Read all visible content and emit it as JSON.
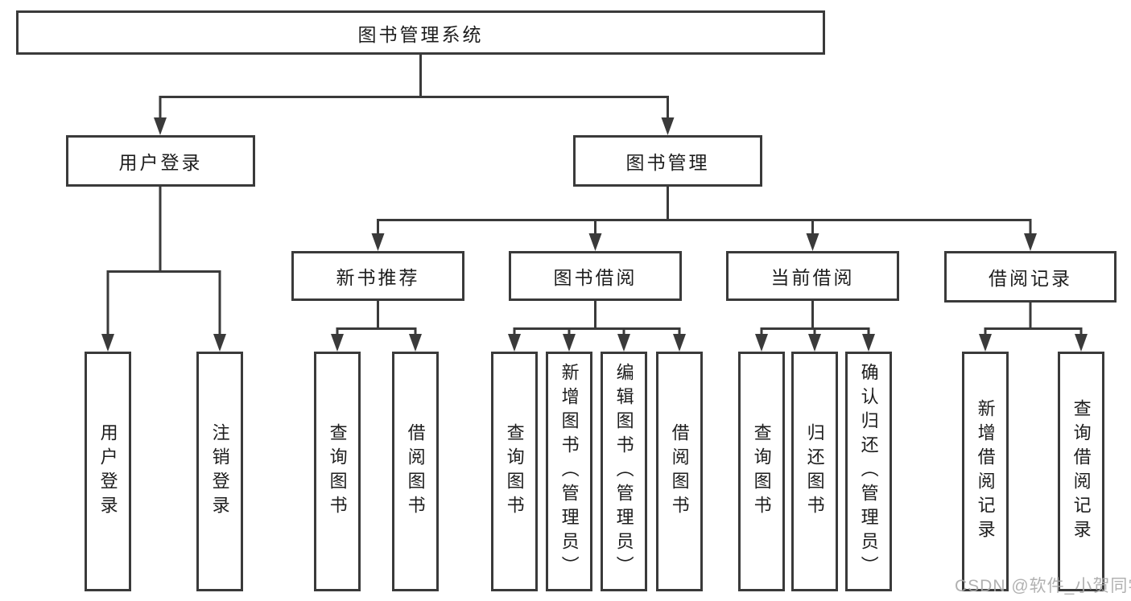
{
  "diagram_title": "图书管理系统",
  "watermark": "CSDN @软件_小贺同学",
  "colors": {
    "line": "#3a3a3a",
    "box_border": "#3a3a3a",
    "text": "#1d1d1d",
    "watermark": "#a9a9a9",
    "background": "#ffffff"
  },
  "nodes": {
    "root": {
      "label": "图书管理系统"
    },
    "user_login": {
      "label": "用户登录"
    },
    "book_management": {
      "label": "图书管理"
    },
    "new_book_recommend": {
      "label": "新书推荐"
    },
    "book_borrow": {
      "label": "图书借阅"
    },
    "current_borrow": {
      "label": "当前借阅"
    },
    "borrow_records": {
      "label": "借阅记录"
    },
    "leaves": {
      "user_login": [
        "用户登录",
        "注销登录"
      ],
      "new_book_recommend": [
        "查询图书",
        "借阅图书"
      ],
      "book_borrow": [
        "查询图书",
        "新增图书（管理员）",
        "编辑图书（管理员）",
        "借阅图书"
      ],
      "current_borrow": [
        "查询图书",
        "归还图书",
        "确认归还（管理员）"
      ],
      "borrow_records": [
        "新增借阅记录",
        "查询借阅记录"
      ]
    }
  }
}
